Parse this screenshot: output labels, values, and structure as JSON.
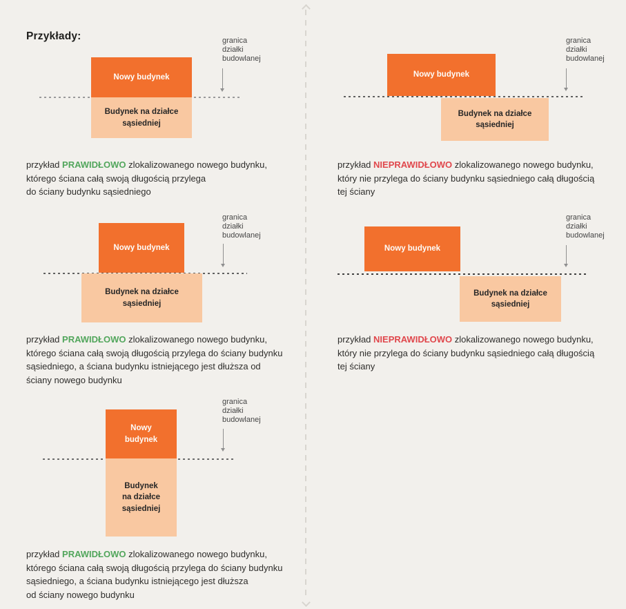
{
  "title": "Przykłady:",
  "palette": {
    "background": "#F2F0EC",
    "new_building_fill": "#F2702D",
    "neighbor_building_fill": "#F9C8A1",
    "correct_green": "#52A65C",
    "incorrect_red": "#E0474C"
  },
  "shared": {
    "boundary_label_lines": [
      "granica",
      "działki",
      "budowlanej"
    ]
  },
  "examples": [
    {
      "verdict": "PRAWIDŁOWO",
      "caption_prefix": "przykład ",
      "caption_line1_rest": " zlokalizowanego nowego budynku,",
      "caption_lines": [
        "którego ściana całą swoją długością przylega",
        "do ściany budynku sąsiedniego"
      ],
      "new_label_lines": [
        "Nowy budynek"
      ],
      "neighbor_label_lines": [
        "Budynek na działce",
        "sąsiedniej"
      ]
    },
    {
      "verdict": "NIEPRAWIDŁOWO",
      "caption_prefix": "przykład ",
      "caption_line1_rest": " zlokalizowanego nowego budynku,",
      "caption_lines": [
        "który nie przylega do ściany budynku sąsiedniego całą długością",
        "tej ściany"
      ],
      "new_label_lines": [
        "Nowy budynek"
      ],
      "neighbor_label_lines": [
        "Budynek na działce",
        "sąsiedniej"
      ]
    },
    {
      "verdict": "PRAWIDŁOWO",
      "caption_prefix": "przykład ",
      "caption_line1_rest": " zlokalizowanego nowego budynku,",
      "caption_lines": [
        "którego ściana całą swoją długością przylega do ściany budynku",
        "sąsiedniego, a ściana budynku istniejącego jest dłuższa od",
        "ściany nowego budynku"
      ],
      "new_label_lines": [
        "Nowy budynek"
      ],
      "neighbor_label_lines": [
        "Budynek na działce",
        "sąsiedniej"
      ]
    },
    {
      "verdict": "NIEPRAWIDŁOWO",
      "caption_prefix": "przykład ",
      "caption_line1_rest": " zlokalizowanego nowego budynku,",
      "caption_lines": [
        "który nie przylega do ściany budynku sąsiedniego całą długością",
        "tej ściany"
      ],
      "new_label_lines": [
        "Nowy budynek"
      ],
      "neighbor_label_lines": [
        "Budynek na działce",
        "sąsiedniej"
      ]
    },
    {
      "verdict": "PRAWIDŁOWO",
      "caption_prefix": "przykład ",
      "caption_line1_rest": " zlokalizowanego nowego budynku,",
      "caption_lines": [
        "którego ściana całą swoją długością przylega do ściany budynku",
        "sąsiedniego, a ściana budynku istniejącego jest dłuższa",
        "od ściany nowego budynku"
      ],
      "new_label_lines": [
        "Nowy",
        "budynek"
      ],
      "neighbor_label_lines": [
        "Budynek",
        "na działce",
        "sąsiedniej"
      ]
    }
  ]
}
